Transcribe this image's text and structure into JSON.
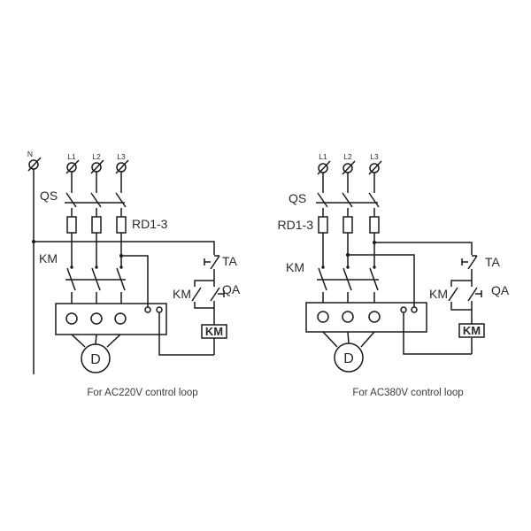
{
  "diagram": {
    "colors": {
      "line": "#1a1a1a",
      "text": "#2a2a2a",
      "background": "#ffffff"
    },
    "left": {
      "neutral_label": "N",
      "phase_labels": [
        "L1",
        "L2",
        "L3"
      ],
      "switch_label": "QS",
      "fuse_label": "RD1-3",
      "contactor_label": "KM",
      "stop_button_label": "TA",
      "start_button_label": "QA",
      "aux_contact_label": "KM",
      "coil_label": "KM",
      "motor_label": "D",
      "caption": "For AC220V control loop"
    },
    "right": {
      "phase_labels": [
        "L1",
        "L2",
        "L3"
      ],
      "switch_label": "QS",
      "fuse_label": "RD1-3",
      "contactor_label": "KM",
      "stop_button_label": "TA",
      "start_button_label": "QA",
      "aux_contact_label": "KM",
      "coil_label": "KM",
      "motor_label": "D",
      "caption": "For AC380V control loop"
    }
  }
}
